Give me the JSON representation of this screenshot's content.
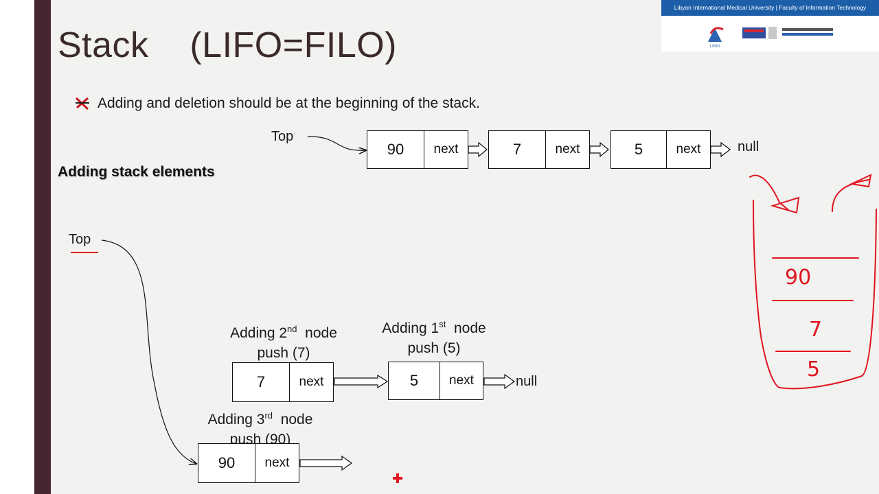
{
  "slide": {
    "title": "Stack    (LIFO=FILO)",
    "bullet": "Adding and deletion should be at the beginning of the stack.",
    "subheading": "Adding stack elements"
  },
  "banner": {
    "text": "Libyan International Medical University | Faculty of Information Technology",
    "logo_text": "LIMU"
  },
  "top_diagram": {
    "top_label": "Top",
    "nodes": [
      {
        "value": "90",
        "next": "next"
      },
      {
        "value": "7",
        "next": "next"
      },
      {
        "value": "5",
        "next": "next"
      }
    ],
    "null_label": "null"
  },
  "bottom_diagram": {
    "top_label": "Top",
    "second": {
      "caption_pre": "Adding 2",
      "sup": "nd",
      "caption_post": "  node",
      "push": "push (7)",
      "value": "7",
      "next": "next"
    },
    "first": {
      "caption_pre": "Adding 1",
      "sup": "st",
      "caption_post": "  node",
      "push": "push (5)",
      "value": "5",
      "next": "next"
    },
    "third": {
      "caption_pre": "Adding 3",
      "sup": "rd",
      "caption_post": "  node",
      "push": "push (90)",
      "value": "90",
      "next": "next"
    },
    "null_label": "null"
  },
  "handwriting": {
    "values": [
      "90",
      "7",
      "5"
    ],
    "color": "#e0141e"
  },
  "colors": {
    "sidebar": "#45262e",
    "slide_bg": "#f2f2f0",
    "banner_blue": "#1d5ea8",
    "annotation_red": "#e0141e"
  }
}
